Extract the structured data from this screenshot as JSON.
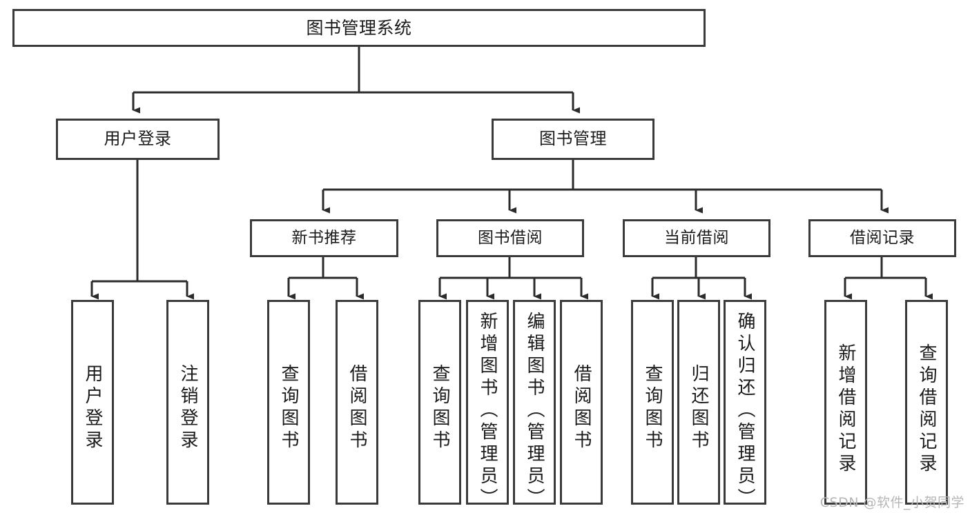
{
  "diagram": {
    "type": "tree-hierarchy",
    "title": "图书管理系统",
    "watermark": "CSDN @软件_小贺同学",
    "colors": {
      "box_border": "#3a3a3a",
      "box_fill": "#ffffff",
      "connector": "#2b2b2b",
      "text": "#1a1a1a",
      "watermark": "#b6b6b6",
      "background": "#ffffff"
    },
    "nodes": {
      "root": {
        "label": "图书管理系统"
      },
      "level2": [
        {
          "label": "用户登录"
        },
        {
          "label": "图书管理"
        }
      ],
      "level3": [
        {
          "label": "新书推荐"
        },
        {
          "label": "图书借阅"
        },
        {
          "label": "当前借阅"
        },
        {
          "label": "借阅记录"
        }
      ],
      "leaves": {
        "user_login": [
          {
            "label": "用户登录"
          },
          {
            "label": "注销登录"
          }
        ],
        "new_book": [
          {
            "label": "查询图书"
          },
          {
            "label": "借阅图书"
          }
        ],
        "book_borrow": [
          {
            "label": "查询图书"
          },
          {
            "label": "新增图书（管理员）"
          },
          {
            "label": "编辑图书（管理员）"
          },
          {
            "label": "借阅图书"
          }
        ],
        "current_borrow": [
          {
            "label": "查询图书"
          },
          {
            "label": "归还图书"
          },
          {
            "label": "确认归还（管理员）"
          }
        ],
        "borrow_record": [
          {
            "label": "新增借阅记录"
          },
          {
            "label": "查询借阅记录"
          }
        ]
      }
    }
  }
}
